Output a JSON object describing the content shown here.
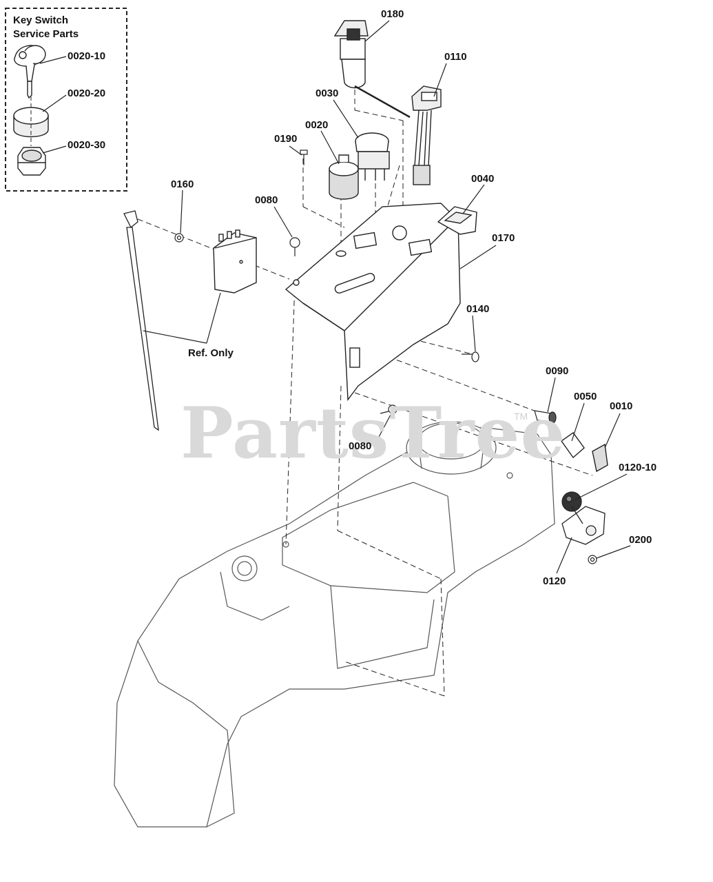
{
  "service_box": {
    "title_line1": "Key Switch",
    "title_line2": "Service Parts"
  },
  "labels": {
    "p0020_10": "0020-10",
    "p0020_20": "0020-20",
    "p0020_30": "0020-30",
    "p0180": "0180",
    "p0110": "0110",
    "p0030": "0030",
    "p0020": "0020",
    "p0190": "0190",
    "p0160": "0160",
    "p0080_top": "0080",
    "p0040": "0040",
    "p0170": "0170",
    "p0140": "0140",
    "ref_only": "Ref. Only",
    "p0090": "0090",
    "p0050": "0050",
    "p0010": "0010",
    "p0080_bottom": "0080",
    "p0120_10": "0120-10",
    "p0200": "0200",
    "p0120": "0120"
  },
  "watermark": {
    "text": "PartsTree",
    "trademark": "TM"
  }
}
